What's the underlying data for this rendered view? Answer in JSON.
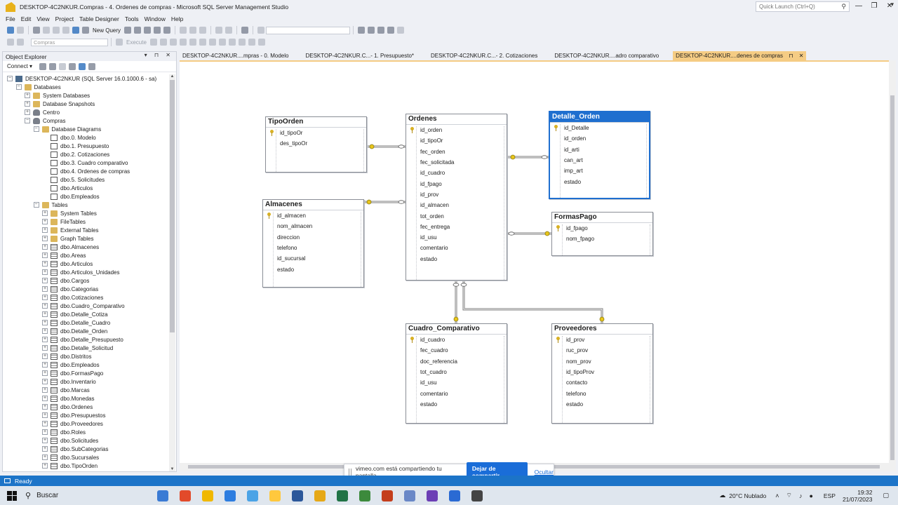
{
  "window": {
    "title": "DESKTOP-4C2NKUR.Compras - 4. Ordenes de compras - Microsoft SQL Server Management Studio",
    "quick_launch_placeholder": "Quick Launch (Ctrl+Q)",
    "minimize": "—",
    "maximize": "❐",
    "close": "✕"
  },
  "menu": [
    "File",
    "Edit",
    "View",
    "Project",
    "Table Designer",
    "Tools",
    "Window",
    "Help"
  ],
  "toolbar": {
    "new_query": "New Query",
    "db_combo": "Compras",
    "execute": "Execute"
  },
  "object_explorer": {
    "title": "Object Explorer",
    "header_buttons": "▾ ⊓ ✕",
    "connect": "Connect ▾",
    "tree": [
      {
        "label": "DESKTOP-4C2NKUR (SQL Server 16.0.1000.6 - sa)",
        "level": 0,
        "exp": "−",
        "icon": "server"
      },
      {
        "label": "Databases",
        "level": 1,
        "exp": "−",
        "icon": "folder"
      },
      {
        "label": "System Databases",
        "level": 2,
        "exp": "+",
        "icon": "folder"
      },
      {
        "label": "Database Snapshots",
        "level": 2,
        "exp": "+",
        "icon": "folder"
      },
      {
        "label": "Centro",
        "level": 2,
        "exp": "+",
        "icon": "db"
      },
      {
        "label": "Compras",
        "level": 2,
        "exp": "−",
        "icon": "db"
      },
      {
        "label": "Database Diagrams",
        "level": 3,
        "exp": "−",
        "icon": "folder"
      },
      {
        "label": "dbo.0. Modelo",
        "level": 4,
        "exp": "",
        "icon": "diagram"
      },
      {
        "label": "dbo.1. Presupuesto",
        "level": 4,
        "exp": "",
        "icon": "diagram"
      },
      {
        "label": "dbo.2. Cotizaciones",
        "level": 4,
        "exp": "",
        "icon": "diagram"
      },
      {
        "label": "dbo.3. Cuadro comparativo",
        "level": 4,
        "exp": "",
        "icon": "diagram"
      },
      {
        "label": "dbo.4. Ordenes de compras",
        "level": 4,
        "exp": "",
        "icon": "diagram"
      },
      {
        "label": "dbo.5. Solicitudes",
        "level": 4,
        "exp": "",
        "icon": "diagram"
      },
      {
        "label": "dbo.Articulos",
        "level": 4,
        "exp": "",
        "icon": "diagram"
      },
      {
        "label": "dbo.Empleados",
        "level": 4,
        "exp": "",
        "icon": "diagram"
      },
      {
        "label": "Tables",
        "level": 3,
        "exp": "−",
        "icon": "folder"
      },
      {
        "label": "System Tables",
        "level": 4,
        "exp": "+",
        "icon": "folder"
      },
      {
        "label": "FileTables",
        "level": 4,
        "exp": "+",
        "icon": "folder"
      },
      {
        "label": "External Tables",
        "level": 4,
        "exp": "+",
        "icon": "folder"
      },
      {
        "label": "Graph Tables",
        "level": 4,
        "exp": "+",
        "icon": "folder"
      },
      {
        "label": "dbo.Almacenes",
        "level": 4,
        "exp": "+",
        "icon": "table"
      },
      {
        "label": "dbo.Areas",
        "level": 4,
        "exp": "+",
        "icon": "table"
      },
      {
        "label": "dbo.Articulos",
        "level": 4,
        "exp": "+",
        "icon": "table"
      },
      {
        "label": "dbo.Articulos_Unidades",
        "level": 4,
        "exp": "+",
        "icon": "table"
      },
      {
        "label": "dbo.Cargos",
        "level": 4,
        "exp": "+",
        "icon": "table"
      },
      {
        "label": "dbo.Categorias",
        "level": 4,
        "exp": "+",
        "icon": "table"
      },
      {
        "label": "dbo.Cotizaciones",
        "level": 4,
        "exp": "+",
        "icon": "table"
      },
      {
        "label": "dbo.Cuadro_Comparativo",
        "level": 4,
        "exp": "+",
        "icon": "table"
      },
      {
        "label": "dbo.Detalle_Cotiza",
        "level": 4,
        "exp": "+",
        "icon": "table"
      },
      {
        "label": "dbo.Detalle_Cuadro",
        "level": 4,
        "exp": "+",
        "icon": "table"
      },
      {
        "label": "dbo.Detalle_Orden",
        "level": 4,
        "exp": "+",
        "icon": "table"
      },
      {
        "label": "dbo.Detalle_Presupuesto",
        "level": 4,
        "exp": "+",
        "icon": "table"
      },
      {
        "label": "dbo.Detalle_Solicitud",
        "level": 4,
        "exp": "+",
        "icon": "table"
      },
      {
        "label": "dbo.Distritos",
        "level": 4,
        "exp": "+",
        "icon": "table"
      },
      {
        "label": "dbo.Empleados",
        "level": 4,
        "exp": "+",
        "icon": "table"
      },
      {
        "label": "dbo.FormasPago",
        "level": 4,
        "exp": "+",
        "icon": "table"
      },
      {
        "label": "dbo.Inventario",
        "level": 4,
        "exp": "+",
        "icon": "table"
      },
      {
        "label": "dbo.Marcas",
        "level": 4,
        "exp": "+",
        "icon": "table"
      },
      {
        "label": "dbo.Monedas",
        "level": 4,
        "exp": "+",
        "icon": "table"
      },
      {
        "label": "dbo.Ordenes",
        "level": 4,
        "exp": "+",
        "icon": "table"
      },
      {
        "label": "dbo.Presupuestos",
        "level": 4,
        "exp": "+",
        "icon": "table"
      },
      {
        "label": "dbo.Proveedores",
        "level": 4,
        "exp": "+",
        "icon": "table"
      },
      {
        "label": "dbo.Roles",
        "level": 4,
        "exp": "+",
        "icon": "table"
      },
      {
        "label": "dbo.Solicitudes",
        "level": 4,
        "exp": "+",
        "icon": "table"
      },
      {
        "label": "dbo.SubCategorias",
        "level": 4,
        "exp": "+",
        "icon": "table"
      },
      {
        "label": "dbo.Sucursales",
        "level": 4,
        "exp": "+",
        "icon": "table"
      },
      {
        "label": "dbo.TipoOrden",
        "level": 4,
        "exp": "+",
        "icon": "table"
      }
    ]
  },
  "tabs": [
    {
      "label": "DESKTOP-4C2NKUR....mpras - 0. Modelo"
    },
    {
      "label": "DESKTOP-4C2NKUR.C...- 1. Presupuesto*"
    },
    {
      "label": "DESKTOP-4C2NKUR.C...- 2. Cotizaciones"
    },
    {
      "label": "DESKTOP-4C2NKUR....adro comparativo"
    },
    {
      "label": "DESKTOP-4C2NKUR....denes de compras",
      "pin": "⊓",
      "close": "✕"
    }
  ],
  "diagram": {
    "tables": [
      {
        "id": "TipoOrden",
        "name": "TipoOrden",
        "columns": [
          "id_tipoOr",
          "des_tipoOr"
        ],
        "pk": [
          0
        ]
      },
      {
        "id": "Ordenes",
        "name": "Ordenes",
        "columns": [
          "id_orden",
          "id_tipoOr",
          "fec_orden",
          "fec_solicitada",
          "id_cuadro",
          "id_fpago",
          "id_prov",
          "id_almacen",
          "tot_orden",
          "fec_entrega",
          "id_usu",
          "comentario",
          "estado"
        ],
        "pk": [
          0
        ]
      },
      {
        "id": "Detalle_Orden",
        "name": "Detalle_Orden",
        "columns": [
          "id_Detalle",
          "id_orden",
          "id_arti",
          "can_art",
          "imp_art",
          "estado"
        ],
        "pk": [
          0
        ],
        "selected": true
      },
      {
        "id": "Almacenes",
        "name": "Almacenes",
        "columns": [
          "id_almacen",
          "nom_almacen",
          "direccion",
          "telefono",
          "id_sucursal",
          "estado"
        ],
        "pk": [
          0
        ]
      },
      {
        "id": "FormasPago",
        "name": "FormasPago",
        "columns": [
          "id_fpago",
          "nom_fpago"
        ],
        "pk": [
          0
        ]
      },
      {
        "id": "Cuadro_Comparativo",
        "name": "Cuadro_Comparativo",
        "columns": [
          "id_cuadro",
          "fec_cuadro",
          "doc_referencia",
          "tot_cuadro",
          "id_usu",
          "comentario",
          "estado"
        ],
        "pk": [
          0
        ]
      },
      {
        "id": "Proveedores",
        "name": "Proveedores",
        "columns": [
          "id_prov",
          "ruc_prov",
          "nom_prov",
          "id_tipoProv",
          "contacto",
          "telefono",
          "estado"
        ],
        "pk": [
          0
        ]
      }
    ]
  },
  "share_bar": {
    "message": "vimeo.com está compartiendo tu pantalla.",
    "stop": "Dejar de compartir",
    "hide": "Ocultar"
  },
  "status": {
    "text": "Ready"
  },
  "taskbar": {
    "search": "Buscar",
    "weather": "20°C  Nublado",
    "lang": "ESP",
    "time": "19:32",
    "date": "21/07/2023",
    "apps": [
      "#3b7bd4",
      "#e24a2a",
      "#f0b800",
      "#2d7de0",
      "#4ba3e6",
      "#ffc83d",
      "#2b579a",
      "#e6a817",
      "#217346",
      "#3c8a3c",
      "#c43e1c",
      "#6a88c7",
      "#6c3fb5",
      "#2a6ad3",
      "#444"
    ]
  }
}
